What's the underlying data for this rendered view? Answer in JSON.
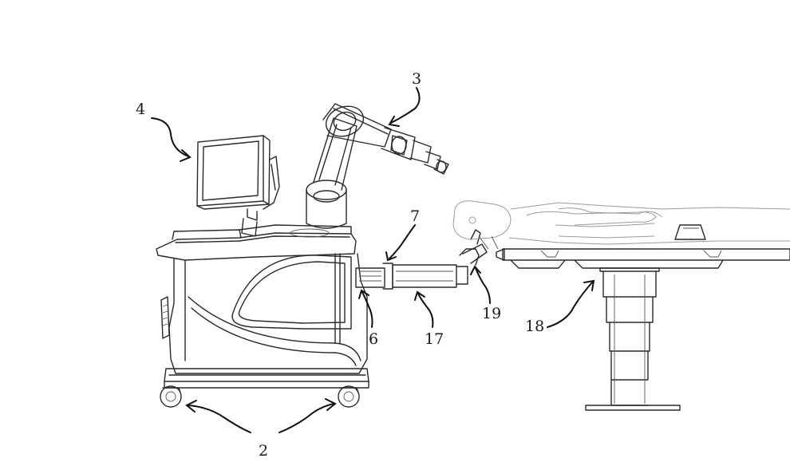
{
  "figure": {
    "labels": {
      "robot_arm": "3",
      "display": "4",
      "wheels": "2",
      "adapter": "6",
      "coupling": "7",
      "rail": "17",
      "table": "18",
      "clamp": "19"
    }
  }
}
